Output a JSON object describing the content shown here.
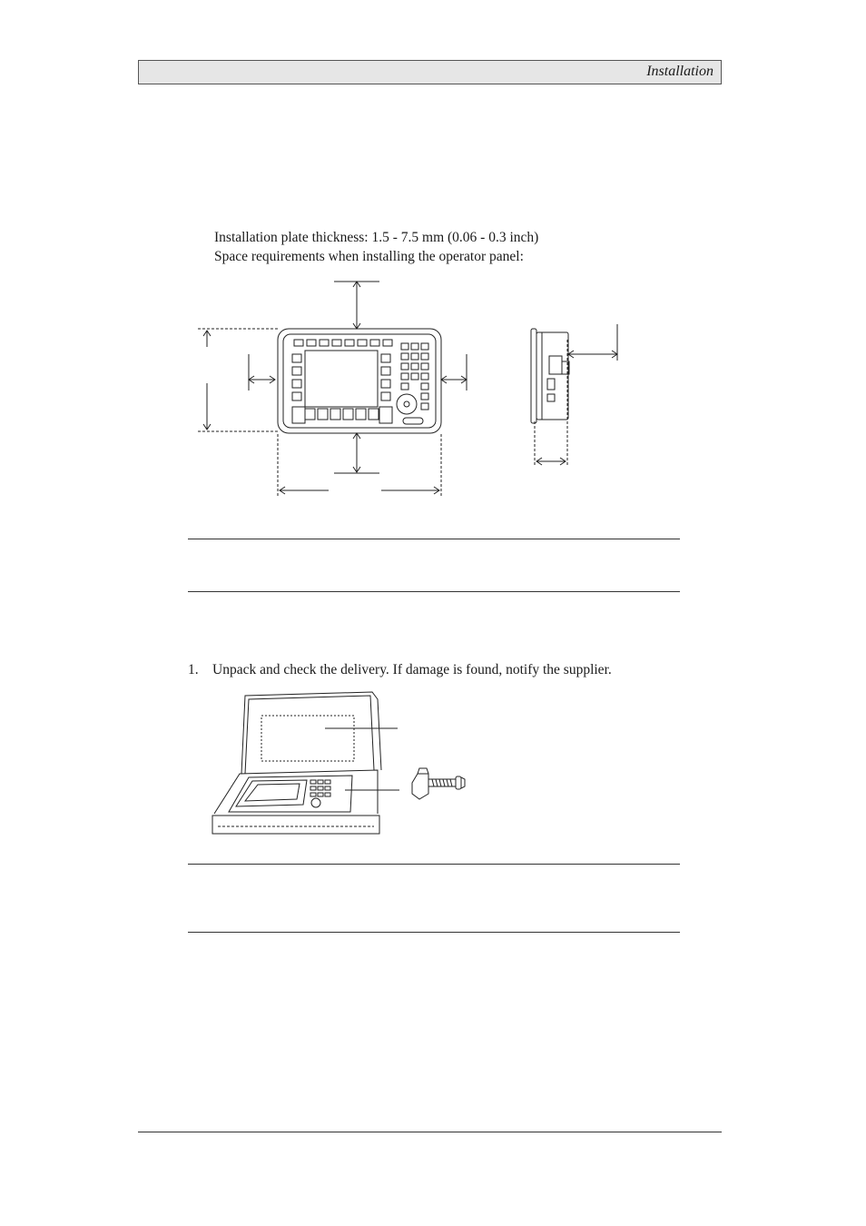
{
  "header": {
    "title": "Installation"
  },
  "specs": {
    "plate_thickness": "Installation plate thickness:  1.5 - 7.5 mm (0.06 - 0.3 inch)",
    "space_requirements": "Space requirements when installing the operator panel:"
  },
  "steps": [
    {
      "number": "1.",
      "text": "Unpack and check the delivery.  If damage is found, notify the supplier."
    }
  ],
  "icons": {
    "front_view": "operator-panel-front-icon",
    "side_view": "operator-panel-side-icon",
    "package": "delivery-box-icon",
    "bracket": "mounting-bracket-screw-icon"
  }
}
